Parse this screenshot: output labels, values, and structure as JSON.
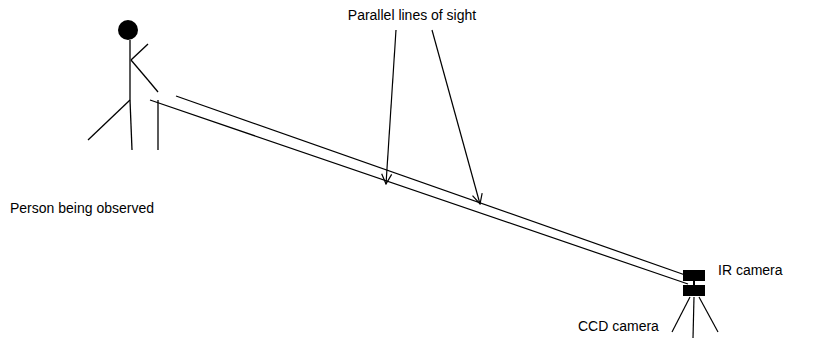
{
  "diagram": {
    "labels": [
      "Parallel lines of sight",
      "Person being observed",
      "IR camera",
      "CCD camera"
    ]
  }
}
